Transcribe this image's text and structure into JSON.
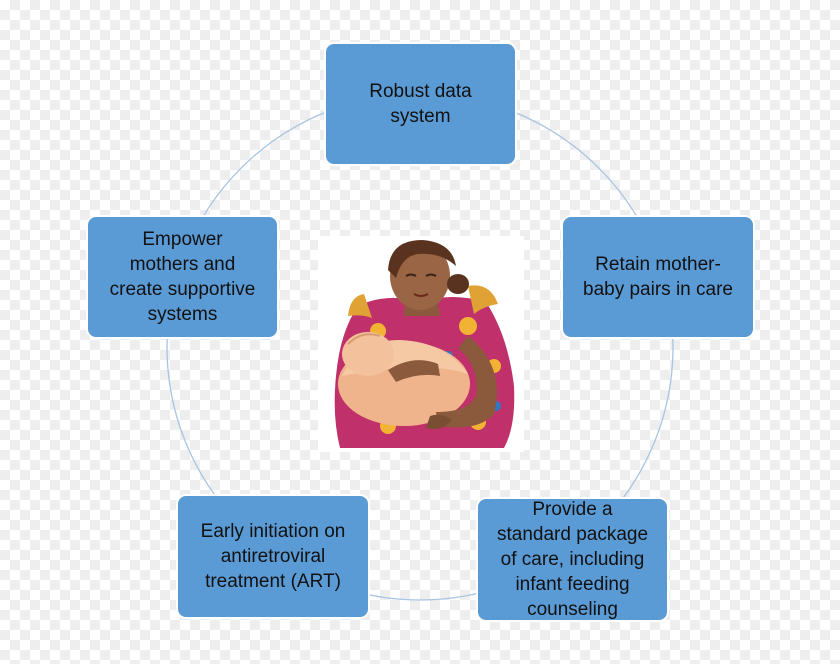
{
  "cycle": {
    "nodes": [
      {
        "lines": [
          "Robust data",
          "system"
        ]
      },
      {
        "lines": [
          "Retain mother-",
          "baby pairs in care"
        ]
      },
      {
        "lines": [
          "Provide a",
          "standard package",
          "of care, including",
          "infant feeding",
          "counseling"
        ]
      },
      {
        "lines": [
          "Early initiation on",
          "antiretroviral",
          "treatment (ART)"
        ]
      },
      {
        "lines": [
          "Empower",
          "mothers and",
          "create supportive",
          "systems"
        ]
      }
    ]
  },
  "illustration": {
    "description": "mother-holding-baby-icon"
  },
  "colors": {
    "node_fill": "#5b9bd5",
    "ring": "#a9c4e3",
    "dress": "#c0306a",
    "skin": "#8b5a3c",
    "blanket": "#f0b48c"
  }
}
